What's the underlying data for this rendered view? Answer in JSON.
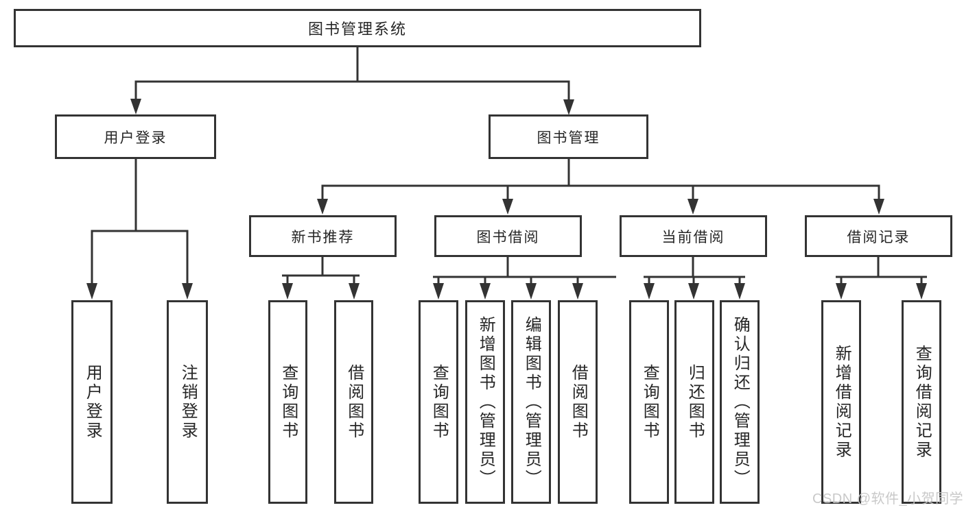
{
  "root": {
    "label": "图书管理系统"
  },
  "user_login": {
    "label": "用户登录",
    "children": [
      {
        "label": "用户登录"
      },
      {
        "label": "注销登录"
      }
    ]
  },
  "book_management": {
    "label": "图书管理",
    "sections": [
      {
        "label": "新书推荐",
        "children": [
          {
            "label": "查询图书"
          },
          {
            "label": "借阅图书"
          }
        ]
      },
      {
        "label": "图书借阅",
        "children": [
          {
            "label": "查询图书"
          },
          {
            "label": "新增图书（管理员）"
          },
          {
            "label": "编辑图书（管理员）"
          },
          {
            "label": "借阅图书"
          }
        ]
      },
      {
        "label": "当前借阅",
        "children": [
          {
            "label": "查询图书"
          },
          {
            "label": "归还图书"
          },
          {
            "label": "确认归还（管理员）"
          }
        ]
      },
      {
        "label": "借阅记录",
        "children": [
          {
            "label": "新增借阅记录"
          },
          {
            "label": "查询借阅记录"
          }
        ]
      }
    ]
  },
  "watermark": {
    "text": "CSDN @软件_小贺同学"
  },
  "colors": {
    "line": "#333333",
    "box_border": "#333333",
    "box_background": "#ffffff",
    "text": "#262626",
    "watermark": "#c6c6c6",
    "page_background": "#ffffff"
  }
}
